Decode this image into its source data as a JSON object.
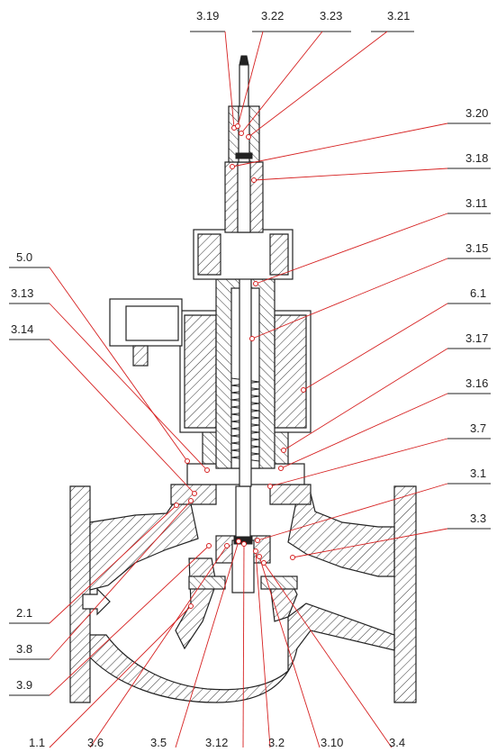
{
  "colors": {
    "leader": "#d62020",
    "ink": "#222222",
    "background": "#ffffff"
  },
  "labels": {
    "l_3_19": "3.19",
    "l_3_22": "3.22",
    "l_3_23": "3.23",
    "l_3_21": "3.21",
    "l_3_20": "3.20",
    "l_3_18": "3.18",
    "l_3_11": "3.11",
    "l_3_15": "3.15",
    "l_6_1": "6.1",
    "l_3_17": "3.17",
    "l_3_16": "3.16",
    "l_3_7": "3.7",
    "l_3_1": "3.1",
    "l_3_3": "3.3",
    "l_5_0": "5.0",
    "l_3_13": "3.13",
    "l_3_14": "3.14",
    "l_2_1": "2.1",
    "l_3_8": "3.8",
    "l_3_9": "3.9",
    "l_1_1": "1.1",
    "l_3_6": "3.6",
    "l_3_5": "3.5",
    "l_3_12": "3.12",
    "l_3_2": "3.2",
    "l_3_10": "3.10",
    "l_3_4": "3.4"
  }
}
